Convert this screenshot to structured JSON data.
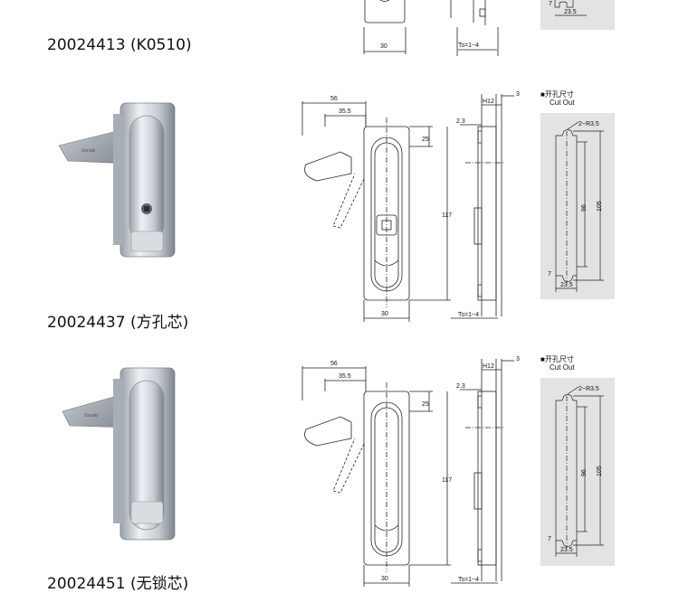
{
  "colors": {
    "background": "#ffffff",
    "line": "#222222",
    "cutout_bg": "#e3e3e3",
    "metal_light": "#e9edf1",
    "metal_dark": "#8e959c"
  },
  "products": [
    {
      "code": "20024413",
      "variant": "(K0510)",
      "dims": {
        "bottom_width": "30",
        "thickness": "Ts=1~4"
      },
      "cutout": {
        "width": "23.5"
      }
    },
    {
      "code": "20024437",
      "variant": "(方孔芯)",
      "dims": {
        "width": "56",
        "inner_width": "35.5",
        "top_gap": "25",
        "height": "117",
        "bottom_width": "30",
        "lever_height": "H12",
        "offset": "2.3",
        "plate": "3",
        "thickness": "Ts=1~4"
      },
      "cutout": {
        "title_cn": "开孔尺寸",
        "title_en": "Cut Out",
        "radius": "2~R3.5",
        "inner_h": "96",
        "outer_h": "105",
        "margin": "7",
        "width": "23.5"
      }
    },
    {
      "code": "20024451",
      "variant": "(无锁芯)",
      "dims": {
        "width": "56",
        "inner_width": "35.5",
        "top_gap": "25",
        "height": "117",
        "bottom_width": "30",
        "lever_height": "H12",
        "offset": "2.3",
        "plate": "3",
        "thickness": "Ts=1~4"
      },
      "cutout": {
        "title_cn": "开孔尺寸",
        "title_en": "Cut Out",
        "radius": "2~R3.5",
        "inner_h": "96",
        "outer_h": "105",
        "margin": "7",
        "width": "23.5"
      }
    }
  ]
}
